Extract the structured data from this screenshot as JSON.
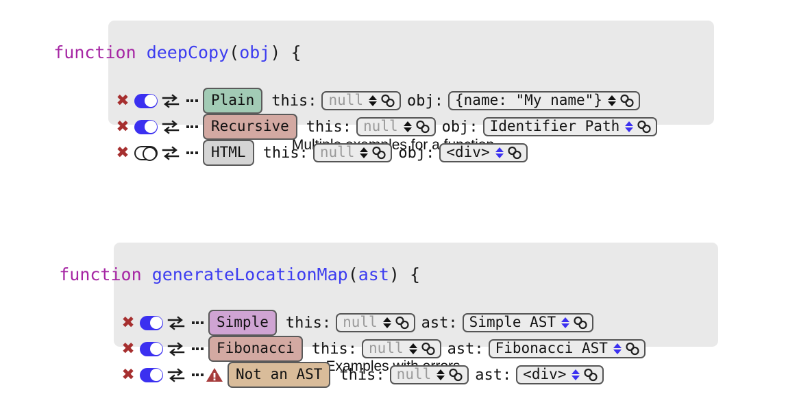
{
  "blocks": [
    {
      "signature": {
        "keyword": "function",
        "space": " ",
        "name": "deepCopy",
        "open_paren": "(",
        "param": "obj",
        "close_paren": ")",
        "brace": " {"
      },
      "rows": [
        {
          "close_icon": "close-x-icon",
          "toggle_state": "on",
          "swap_icon": "swap-arrows-icon",
          "more_icon": "more-options-icon",
          "warning": false,
          "chip": {
            "label": "Plain",
            "color": "#a2cbb5",
            "style": "chip-green"
          },
          "args": [
            {
              "label": "this:",
              "value": "null",
              "placeholder": true,
              "stepper_color": "#111111"
            },
            {
              "label": "obj:",
              "value": "{name: \"My name\"}",
              "placeholder": false,
              "stepper_color": "#111111"
            }
          ]
        },
        {
          "close_icon": "close-x-icon",
          "toggle_state": "on",
          "swap_icon": "swap-arrows-icon",
          "more_icon": "more-options-icon",
          "warning": false,
          "chip": {
            "label": "Recursive",
            "color": "#d3a9a2",
            "style": "chip-red"
          },
          "args": [
            {
              "label": "this:",
              "value": "null",
              "placeholder": true,
              "stepper_color": "#111111"
            },
            {
              "label": "obj:",
              "value": "Identifier Path",
              "placeholder": false,
              "stepper_color": "#3b30f0"
            }
          ]
        },
        {
          "close_icon": "close-x-icon",
          "toggle_state": "off",
          "swap_icon": "swap-arrows-icon",
          "more_icon": "more-options-icon",
          "warning": false,
          "chip": {
            "label": "HTML",
            "color": "#d5d5d5",
            "style": "chip-grey"
          },
          "args": [
            {
              "label": "this:",
              "value": "null",
              "placeholder": true,
              "stepper_color": "#111111"
            },
            {
              "label": "obj:",
              "value": "<div>",
              "placeholder": false,
              "stepper_color": "#3b30f0"
            }
          ]
        }
      ],
      "caption": "Multiple examples for a function"
    },
    {
      "signature": {
        "keyword": "function",
        "space": " ",
        "name": "generateLocationMap",
        "open_paren": "(",
        "param": "ast",
        "close_paren": ")",
        "brace": " {"
      },
      "rows": [
        {
          "close_icon": "close-x-icon",
          "toggle_state": "on",
          "swap_icon": "swap-arrows-icon",
          "more_icon": "more-options-icon",
          "warning": false,
          "chip": {
            "label": "Simple",
            "color": "#cfa4d3",
            "style": "chip-purple"
          },
          "args": [
            {
              "label": "this:",
              "value": "null",
              "placeholder": true,
              "stepper_color": "#111111"
            },
            {
              "label": "ast:",
              "value": "Simple AST",
              "placeholder": false,
              "stepper_color": "#3b30f0"
            }
          ]
        },
        {
          "close_icon": "close-x-icon",
          "toggle_state": "on",
          "swap_icon": "swap-arrows-icon",
          "more_icon": "more-options-icon",
          "warning": false,
          "chip": {
            "label": "Fibonacci",
            "color": "#d3a9a2",
            "style": "chip-red"
          },
          "args": [
            {
              "label": "this:",
              "value": "null",
              "placeholder": true,
              "stepper_color": "#111111"
            },
            {
              "label": "ast:",
              "value": "Fibonacci AST",
              "placeholder": false,
              "stepper_color": "#3b30f0"
            }
          ]
        },
        {
          "close_icon": "close-x-icon",
          "toggle_state": "on",
          "swap_icon": "swap-arrows-icon",
          "more_icon": "more-options-icon",
          "warning": true,
          "warning_icon": "warning-triangle-icon",
          "chip": {
            "label": "Not an AST",
            "color": "#d9bc9a",
            "style": "chip-tan"
          },
          "args": [
            {
              "label": "this:",
              "value": "null",
              "placeholder": true,
              "stepper_color": "#111111"
            },
            {
              "label": "ast:",
              "value": "<div>",
              "placeholder": false,
              "stepper_color": "#3b30f0"
            }
          ]
        }
      ],
      "caption": "Examples with errors"
    }
  ],
  "colors": {
    "keyword": "#a626a4",
    "identifier": "#3c3cf0",
    "panel": "#e9e9e9",
    "toggle_on": "#3b30f0",
    "close_x": "#a62f2f",
    "warning": "#a63c3c"
  }
}
